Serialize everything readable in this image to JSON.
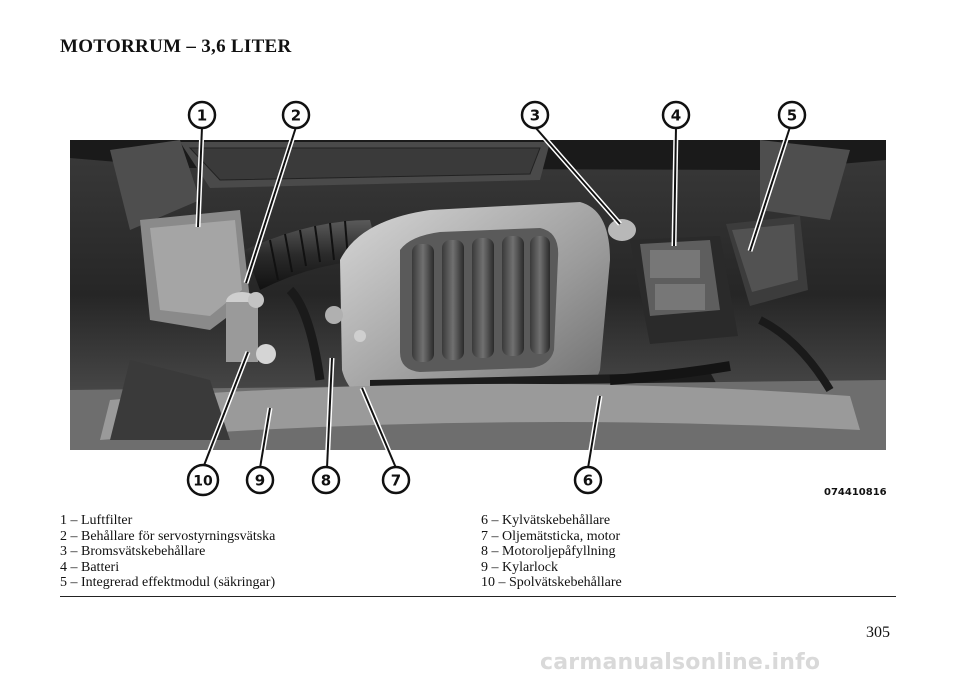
{
  "title": "MOTORRUM – 3,6 LITER",
  "figure_code": "074410816",
  "callouts": [
    "1",
    "2",
    "3",
    "4",
    "5",
    "6",
    "7",
    "8",
    "9",
    "10"
  ],
  "legend_left": [
    "1 – Luftfilter",
    "2 – Behållare för servostyrningsvätska",
    "3 – Bromsvätskebehållare",
    "4 – Batteri",
    "5 – Integrerad effektmodul (säkringar)"
  ],
  "legend_right": [
    "6 – Kylvätskebehållare",
    "7 – Oljemätsticka, motor",
    "8 – Motoroljepåfyllning",
    "9 – Kylarlock",
    "10 – Spolvätskebehållare"
  ],
  "page_number": "305",
  "watermark": "carmanualsonline.info"
}
